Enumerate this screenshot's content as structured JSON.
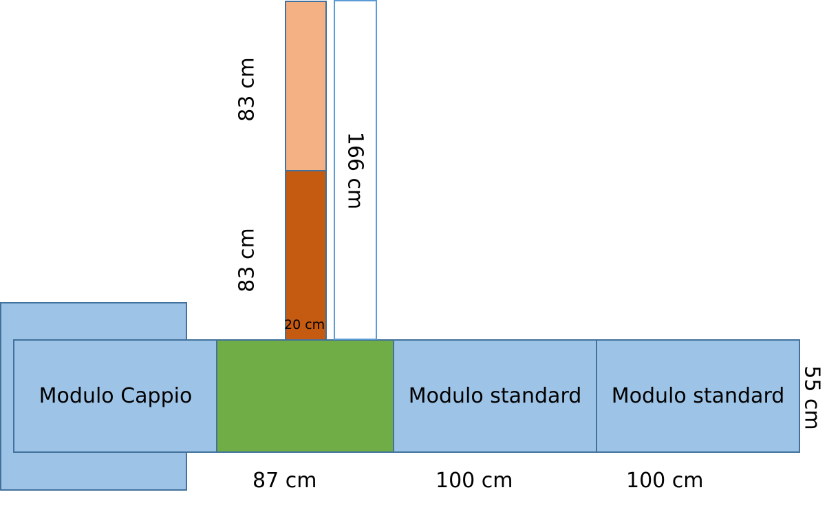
{
  "diagram": {
    "modules": [
      {
        "id": "cappio",
        "label": "Modulo Cappio",
        "fill": "#9dc3e6"
      },
      {
        "id": "green-middle",
        "label": "",
        "fill": "#70ad47"
      },
      {
        "id": "standard-1",
        "label": "Modulo standard",
        "fill": "#9dc3e6"
      },
      {
        "id": "standard-2",
        "label": "Modulo standard",
        "fill": "#9dc3e6"
      }
    ],
    "vertical_panels": [
      {
        "id": "upper-panel",
        "fill": "#f4b183",
        "dimension": "83 cm"
      },
      {
        "id": "lower-panel",
        "fill": "#c55a11",
        "dimension": "83 cm",
        "width_label": "20 cm"
      },
      {
        "id": "total-outline",
        "fill": "#ffffff",
        "border": "#5b9bd5",
        "dimension": "166 cm"
      }
    ],
    "dimensions": {
      "green_width": "87 cm",
      "standard1_width": "100 cm",
      "standard2_width": "100 cm",
      "depth": "55 cm",
      "upper_height": "83 cm",
      "lower_height": "83 cm",
      "total_height": "166 cm",
      "panel_width": "20 cm"
    }
  }
}
